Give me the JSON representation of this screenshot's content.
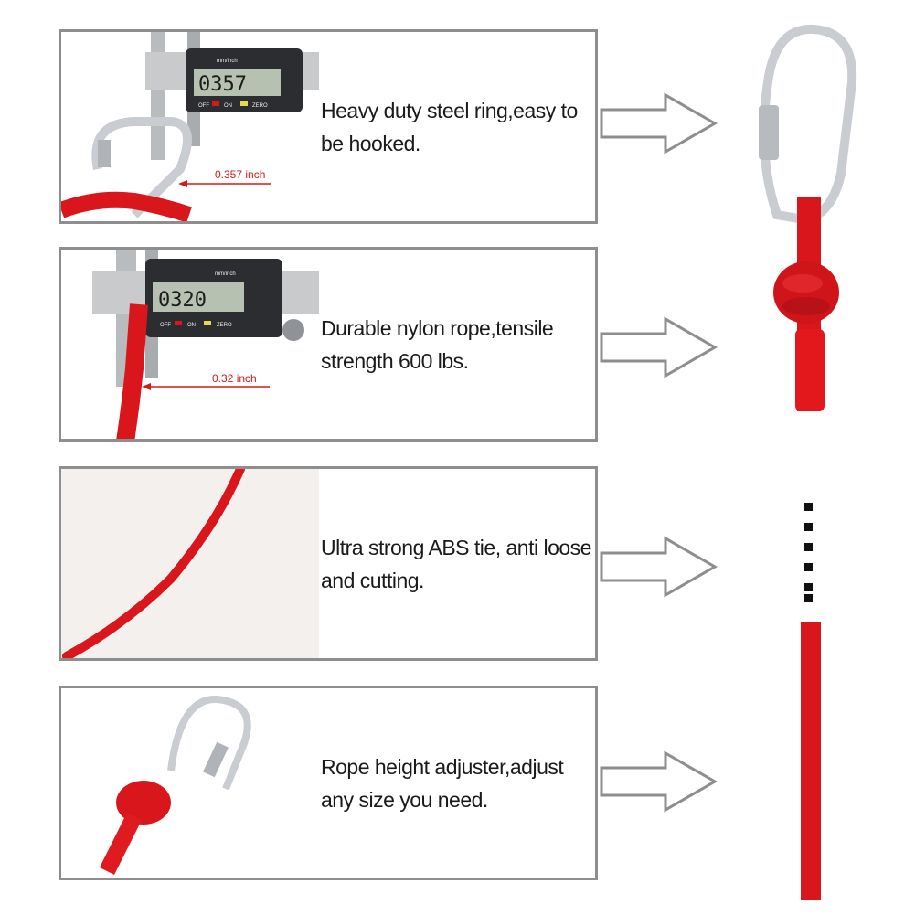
{
  "panels": [
    {
      "caption": "Heavy duty steel ring,easy to be hooked.",
      "measurement": "0.357 inch",
      "lcd": "0357",
      "unit_label": "mm/inch",
      "buttons": [
        "OFF",
        "ON",
        "ZERO"
      ]
    },
    {
      "caption": "Durable nylon rope,tensile strength 600 lbs.",
      "measurement": "0.32 inch",
      "lcd": "0320",
      "unit_label": "mm/inch",
      "buttons": [
        "OFF",
        "ON",
        "ZERO"
      ]
    },
    {
      "caption": "Ultra strong ABS tie, anti loose and cutting."
    },
    {
      "caption": "Rope height adjuster,adjust any size you need."
    }
  ],
  "colors": {
    "rope": "#d8161b",
    "border": "#8e8e8e",
    "steel": "#c9ccd0"
  }
}
